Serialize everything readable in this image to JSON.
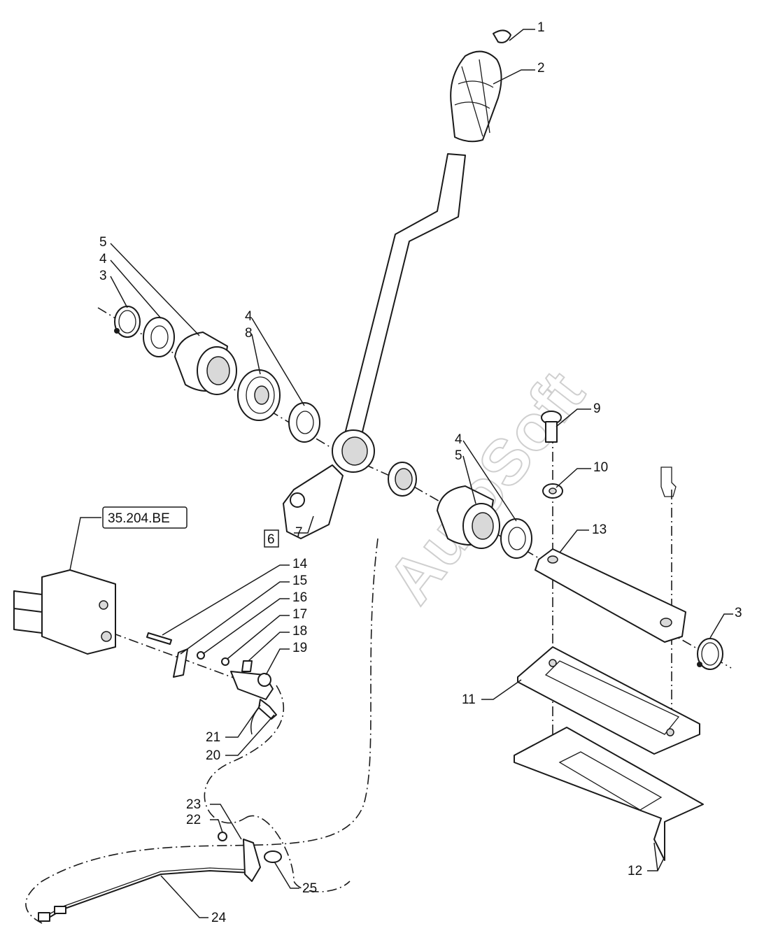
{
  "diagram": {
    "reference_label": "35.204.BE",
    "watermark": "AutoSoft",
    "callouts": {
      "c1": "1",
      "c2": "2",
      "c5a": "5",
      "c4a": "4",
      "c3a": "3",
      "c4b": "4",
      "c8": "8",
      "c4c": "4",
      "c5b": "5",
      "c9": "9",
      "c10": "10",
      "c13": "13",
      "c3b": "3",
      "c6": "6",
      "c7": "7",
      "c14": "14",
      "c15": "15",
      "c16": "16",
      "c17": "17",
      "c18": "18",
      "c19": "19",
      "c21": "21",
      "c20": "20",
      "c11": "11",
      "c12": "12",
      "c23": "23",
      "c22": "22",
      "c25": "25",
      "c24": "24"
    }
  }
}
